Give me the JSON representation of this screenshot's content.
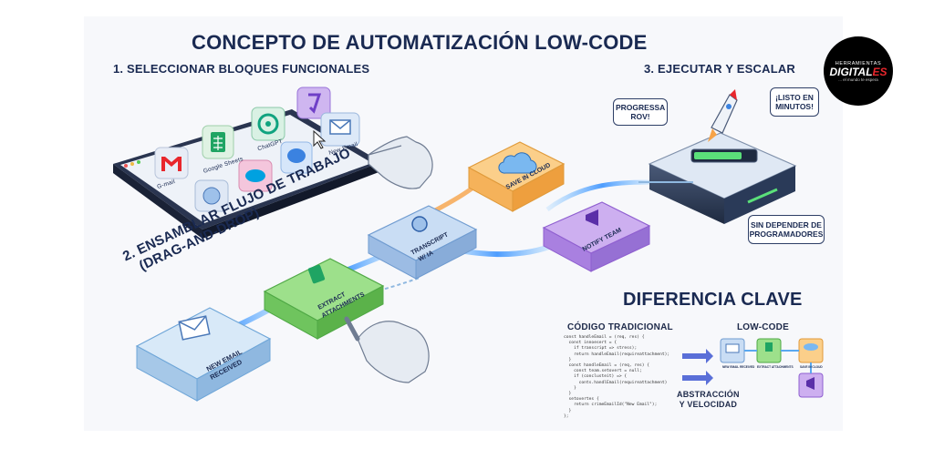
{
  "title": "CONCEPTO DE AUTOMATIZACIÓN LOW-CODE",
  "step1_label": "1. SELECCIONAR BLOQUES FUNCIONALES",
  "step2_label_line1": "2. ENSAMBLAR FLUJO DE TRABAJO",
  "step2_label_line2": "(DRAG-AND-DROP)",
  "step3_label": "3. EJECUTAR Y ESCALAR",
  "palette_apps": [
    {
      "label": "G-mail",
      "color": "#e8edf6"
    },
    {
      "label": "Google Sheets",
      "color": "#dff2e3"
    },
    {
      "label": "ChatGPT",
      "color": "#d9f1e4"
    },
    {
      "label": "New Email",
      "color": "#dde9f8"
    }
  ],
  "workflow_blocks": [
    {
      "label_line1": "NEW EMAIL",
      "label_line2": "RECEIVED",
      "color": "#bfd8ee",
      "icon": "envelope-icon"
    },
    {
      "label_line1": "EXTRACT",
      "label_line2": "ATTACHMENTS",
      "color": "#8fd77d",
      "icon": "sheets-icon"
    },
    {
      "label_line1": "TRANSCRIPT",
      "label_line2": "W/ IA",
      "color": "#a9c9ee",
      "icon": "brain-icon"
    },
    {
      "label_line1": "SAVE IN CLOUD",
      "label_line2": "",
      "color": "#f6b96a",
      "icon": "cloud-icon"
    },
    {
      "label_line1": "NOTIFY TEAM",
      "label_line2": "",
      "color": "#b58ce6",
      "icon": "megaphone-icon"
    }
  ],
  "bubbles": {
    "progress": "PROGRESSA ROV!",
    "listo": "¡LISTO EN MINUTOS!",
    "sin_depender": "SIN DEPENDER DE PROGRAMADORES"
  },
  "difference_title": "DIFERENCIA CLAVE",
  "traditional_code_title": "CÓDIGO TRADICIONAL",
  "lowcode_title": "LOW-CODE",
  "abstraction_line1": "ABSTRACCIÓN",
  "abstraction_line2": "Y VELOCIDAD",
  "code_snippet": "const handleEmail = (req, res) {\n  const innoesert = {\n    if transcript => stress);\n    return handleEmail(requireattachment);\n  }\n  const handleEmail = (req, res) {\n    const team.setovert = null;\n    if (conclusteit) => {\n      conts.handlEmail(requireattachment)\n    }\n  }\n  setovertes {\n    return crimeEmailId(\"New Email\");\n  }\n};",
  "mini_blocks": [
    "NEW EMAIL RECEIVED",
    "EXTRACT ATTACHMENTS",
    "SAVE IN CLOUD"
  ],
  "logo": {
    "line1": "HERRAMIENTAS",
    "line2a": "DIGITAL",
    "line2b": "ES",
    "line3": "... el mundo te espera"
  },
  "colors": {
    "accent": "#1a2a52",
    "flow": "#5aa8f0",
    "red": "#e8262c"
  }
}
